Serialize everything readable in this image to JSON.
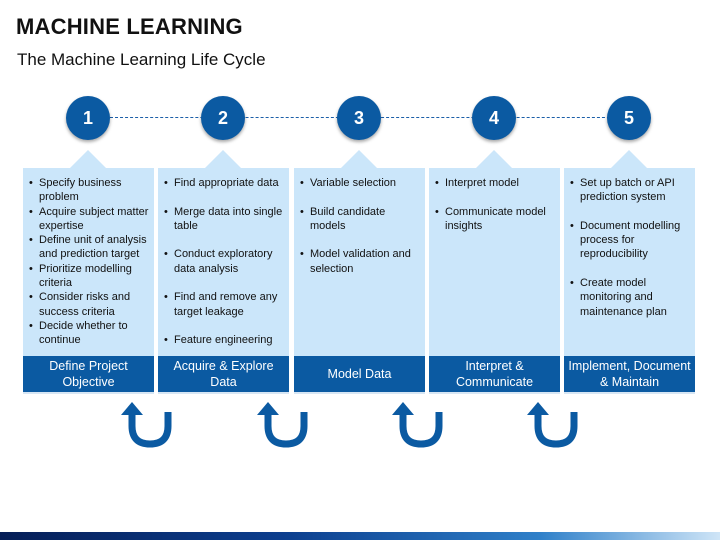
{
  "header": {
    "title": "MACHINE LEARNING",
    "subtitle": "The Machine Learning Life Cycle"
  },
  "colors": {
    "primary": "#0b5aa2",
    "panel": "#cbe6fa",
    "text": "#111111"
  },
  "steps": [
    {
      "number": "1",
      "label": "Define Project Objective",
      "items": [
        "Specify business problem",
        "Acquire subject matter expertise",
        "Define unit of analysis and prediction target",
        "Prioritize modelling criteria",
        "Consider risks and success criteria",
        "Decide whether to continue"
      ]
    },
    {
      "number": "2",
      "label": "Acquire & Explore Data",
      "items": [
        "Find appropriate data",
        "Merge data into single table",
        "Conduct exploratory data analysis",
        "Find and remove any target leakage",
        "Feature engineering"
      ]
    },
    {
      "number": "3",
      "label": "Model Data",
      "items": [
        "Variable selection",
        "Build candidate models",
        "Model validation and selection"
      ]
    },
    {
      "number": "4",
      "label": "Interpret & Communicate",
      "items": [
        "Interpret model",
        "Communicate model insights"
      ]
    },
    {
      "number": "5",
      "label": "Implement, Document & Maintain",
      "items": [
        "Set up batch or API prediction system",
        "Document modelling process for reproducibility",
        "Create model monitoring and maintenance plan"
      ]
    }
  ],
  "icons": {
    "uturn": "u-turn-arrow-icon"
  }
}
